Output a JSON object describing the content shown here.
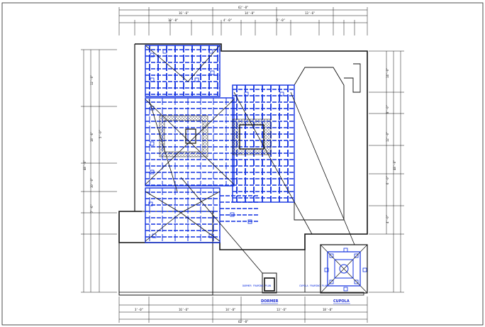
{
  "drawing": {
    "title_labels": {
      "detail_a": "DORMER",
      "detail_b": "CUPOLA",
      "note_left": "DORMER FRAMING PLAN",
      "note_right": "CUPOLA FRAMING PLAN"
    },
    "dimensions_top": [
      "62'-0\"",
      "16'-6\"",
      "14'-0\"",
      "13'-6\"",
      "18'-0\"",
      "4'-0\"",
      "5'-0\""
    ],
    "dimensions_bottom": [
      "62'-0\"",
      "16'-6\"",
      "14'-0\"",
      "13'-6\"",
      "18'-0\"",
      "3'-0\""
    ],
    "dimensions_left": [
      "48'-0\"",
      "12'-0\"",
      "18'-6\"",
      "10'-0\"",
      "7'-6\"",
      "5'-0\""
    ],
    "dimensions_right": [
      "48'-0\"",
      "14'-0\"",
      "8'-0\"",
      "12'-0\"",
      "6'-0\"",
      "4'-0\""
    ],
    "colors": {
      "framing": "#1030e0",
      "linework": "#111111",
      "background": "#ffffff"
    }
  }
}
